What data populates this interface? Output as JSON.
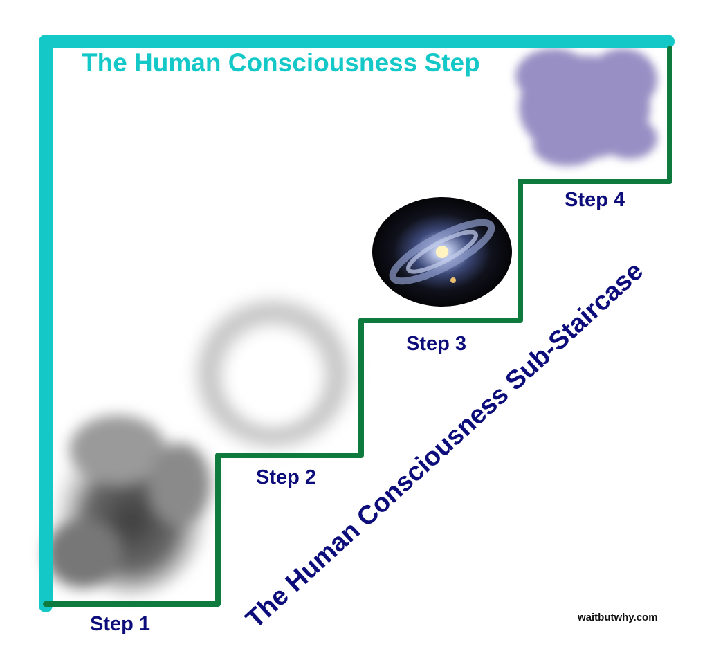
{
  "title": "The Human Consciousness Step",
  "subtitle": "The Human Consciousness Sub-Staircase",
  "steps": [
    {
      "label": "Step 1",
      "image": "dark-smoke-cloud"
    },
    {
      "label": "Step 2",
      "image": "light-smoke-cloud"
    },
    {
      "label": "Step 3",
      "image": "galaxy"
    },
    {
      "label": "Step 4",
      "image": "purple-cloud"
    }
  ],
  "credit": "waitbutwhy.com",
  "colors": {
    "outer_step": "#14c8c8",
    "stairs": "#0f7a3e",
    "labels": "#0c0c7a",
    "purple_cloud": "#9890c4"
  }
}
